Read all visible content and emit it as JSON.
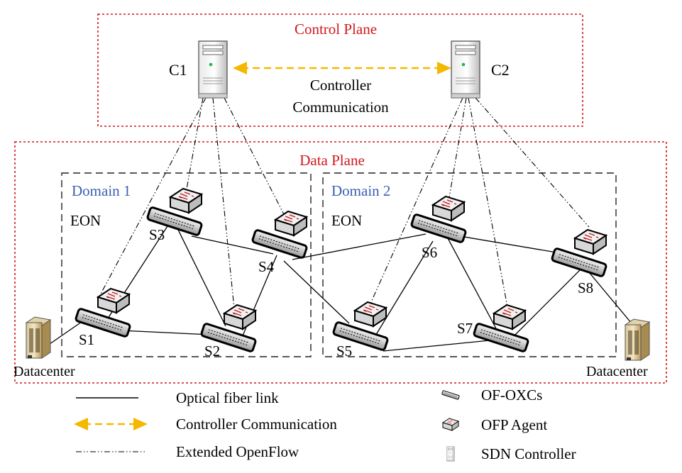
{
  "planes": {
    "control": "Control Plane",
    "data": "Data Plane",
    "controller_comm": [
      "Controller",
      "Communication"
    ]
  },
  "controllers": {
    "c1": "C1",
    "c2": "C2"
  },
  "domains": {
    "d1": {
      "name": "Domain 1",
      "type": "EON"
    },
    "d2": {
      "name": "Domain 2",
      "type": "EON"
    }
  },
  "switches": {
    "s1": "S1",
    "s2": "S2",
    "s3": "S3",
    "s4": "S4",
    "s5": "S5",
    "s6": "S6",
    "s7": "S7",
    "s8": "S8"
  },
  "datacenters": {
    "left": "Datacenter",
    "right": "Datacenter"
  },
  "legend": {
    "fiber": "Optical fiber link",
    "comm": "Controller Communication",
    "openflow": "Extended OpenFlow",
    "oxc": "OF-OXCs",
    "agent": "OFP Agent",
    "controller": "SDN Controller"
  },
  "colors": {
    "plane_label": "#d0191c",
    "plane_border": "#d0191c",
    "domain_label": "#3a5fb0",
    "comm_arrow": "#f5b800",
    "line": "#000000"
  }
}
